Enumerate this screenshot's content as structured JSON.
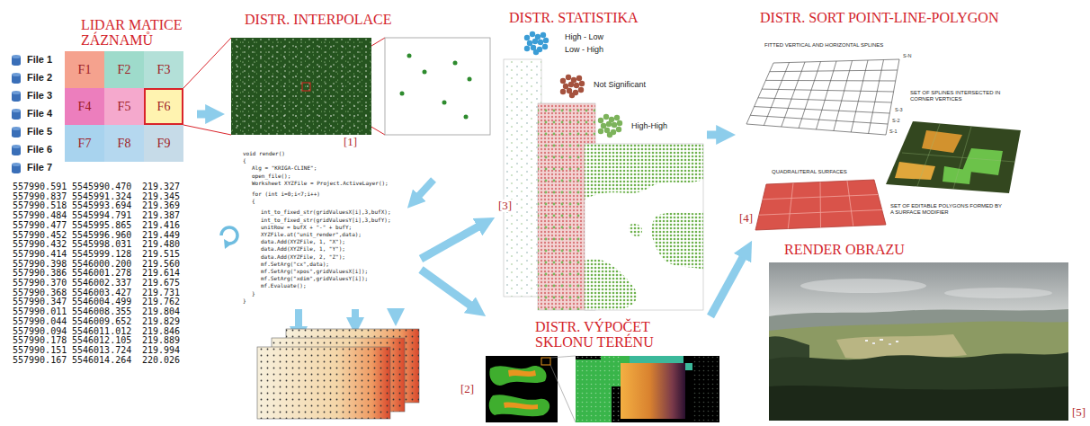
{
  "diagram": {
    "nodes": [
      {
        "text": [
          "LIDAR MATICE ZÁZNAMŮ"
        ]
      },
      {
        "text": [
          "F1"
        ],
        "in": 0
      },
      {
        "text": [
          "F2"
        ],
        "in": 0
      },
      {
        "text": [
          "F3"
        ],
        "in": 0
      },
      {
        "text": [
          "F4"
        ],
        "in": 0
      },
      {
        "text": [
          "F5"
        ],
        "in": 0
      },
      {
        "text": [
          "F6"
        ],
        "in": 0
      },
      {
        "text": [
          "F7"
        ],
        "in": 0
      },
      {
        "text": [
          "F8"
        ],
        "in": 0
      },
      {
        "text": [
          "F9"
        ],
        "in": 0
      },
      {
        "text": [
          "DISTR. INTERPOLACE"
        ]
      },
      {
        "text": [
          "DISTR. STATISTIKA"
        ]
      },
      {
        "text": [
          "DISTR. SORT POINT-LINE-POLYGON"
        ]
      },
      {
        "text": [
          "DISTR. VÝPOČET SKLONU TERÉNU"
        ]
      },
      {
        "text": [
          "RENDER OBRAZU"
        ]
      }
    ],
    "edges": [
      {
        "from": 0,
        "to": 10,
        "arrow": "to"
      },
      {
        "from": 10,
        "to": 11,
        "arrow": "to"
      },
      {
        "from": 10,
        "to": 13,
        "arrow": "to"
      },
      {
        "from": 11,
        "to": 12,
        "arrow": "to"
      },
      {
        "from": 13,
        "to": 12,
        "arrow": "to"
      }
    ],
    "labels": [
      "File 1",
      "File 2",
      "File 3",
      "File 4",
      "File 5",
      "File 6",
      "File 7",
      "557990.591",
      "5545990.470",
      "219.327",
      "557990.837",
      "5545991.324",
      "219.345",
      "557990.518",
      "5545993.694",
      "219.369",
      "557990.484",
      "5545994.791",
      "219.387",
      "557990.477",
      "5545995.865",
      "219.416",
      "557990.452",
      "5545996.960",
      "219.449",
      "557990.432",
      "5545998.031",
      "219.480",
      "557990.414",
      "5545999.128",
      "219.515",
      "557990.398",
      "5546000.200",
      "219.560",
      "557990.386",
      "5546001.278",
      "219.614",
      "557990.370",
      "5546002.337",
      "219.675",
      "557990.368",
      "5546003.427",
      "219.731",
      "557990.347",
      "5546004.499",
      "219.762",
      "557990.011",
      "5546008.355",
      "219.804",
      "557990.044",
      "5546009.652",
      "219.829",
      "557990.094",
      "5546011.012",
      "219.846",
      "557990.178",
      "5546012.105",
      "219.889",
      "557990.151",
      "5546013.724",
      "219.994",
      "557990.167",
      "5546014.264",
      "220.026",
      "[1]",
      "void render()",
      "{",
      "Alg = \"KRIGA-CLINE\";",
      "open_file();",
      "Worksheet XYZFile = Project.ActiveLayer();",
      "for (int i=0;i<7;i++)",
      "{",
      "int_to_fixed_str(gridValuesX[i],3,bufX);",
      "int_to_fixed_str(gridValuesY[i],3,bufY);",
      "unitRow = bufX + \"-\" + bufY;",
      "XYZFile.at(\"unit_render\",data);",
      "data.Add(XYZFile, 1, \"X\");",
      "data.Add(XYZFile, 1, \"Y\");",
      "data.Add(XYZFile, 2, \"Z\");",
      "mf.SetArg(\"cx\",data);",
      "mf.SetArg(\"xpos\",gridValuesX[i]);",
      "mf.SetArg(\"xdim\",gridValuesY[i]);",
      "mf.Evaluate();",
      "}",
      "}",
      "[3]",
      "FITTED VERTICAL AND HORIZONTAL SPLINES",
      "S-N",
      "S-3",
      "S-2",
      "S-1",
      "SET OF SPLINES INTERSECTED IN CORNER VERTICES",
      "QUADRALITERAL SURFACES",
      "SET OF EDITABLE POLYGONS FORMED BY A SURFACE MODIFIER",
      "[4]",
      "[2]",
      "[5]"
    ],
    "legend": [
      {
        "text": "High - Low",
        "color": "#3b9dd6"
      },
      {
        "text": "Low - High",
        "color": "#3b9dd6"
      },
      {
        "text": "Not Significant",
        "color": "#a5523e"
      },
      {
        "text": "High-High",
        "color": "#7cb35b"
      }
    ]
  }
}
